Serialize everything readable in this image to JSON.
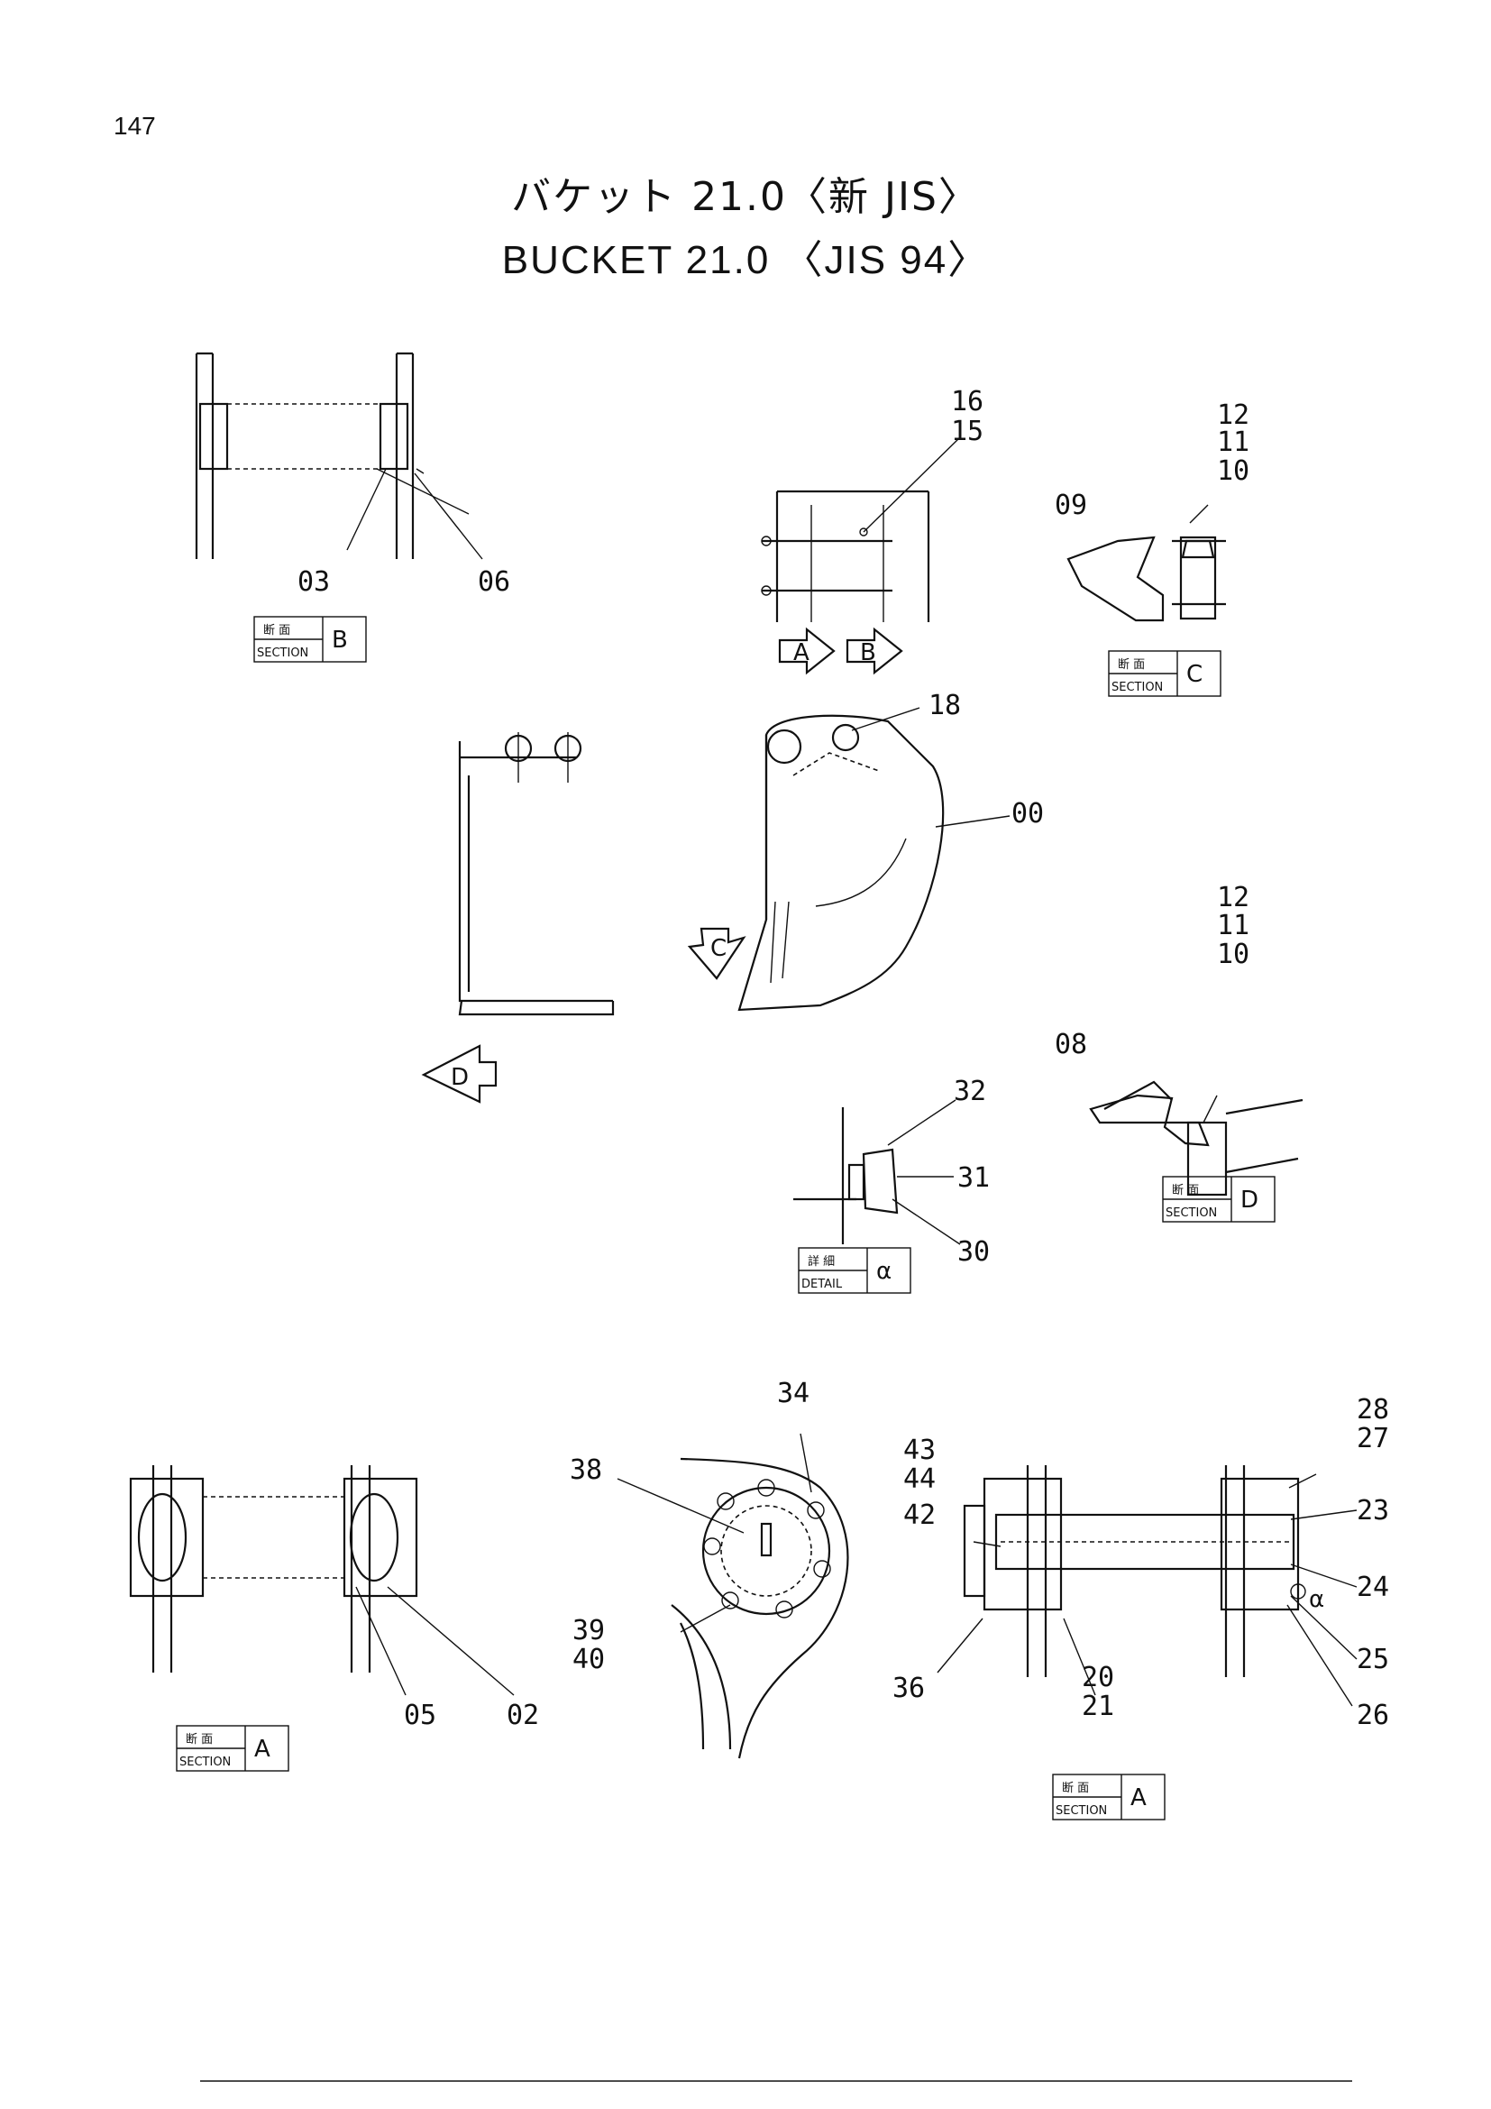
{
  "page_number": "147",
  "title_jp": "バケット 21.0〈新 JIS〉",
  "title_en": "BUCKET 21.0 〈JIS 94〉",
  "part_labels": {
    "p00": "00",
    "p02": "02",
    "p03": "03",
    "p05": "05",
    "p06": "06",
    "p08": "08",
    "p09": "09",
    "p10": "10",
    "p11": "11",
    "p12": "12",
    "p15": "15",
    "p16": "16",
    "p18": "18",
    "p20": "20",
    "p21": "21",
    "p23": "23",
    "p24": "24",
    "p25": "25",
    "p26": "26",
    "p27": "27",
    "p28": "28",
    "p30": "30",
    "p31": "31",
    "p32": "32",
    "p34": "34",
    "p36": "36",
    "p38": "38",
    "p39": "39",
    "p40": "40",
    "p42": "42",
    "p43": "43",
    "p44": "44"
  },
  "section_boxes": {
    "kanji_section": "断 面",
    "kanji_detail": "詳 細",
    "section_word": "SECTION",
    "detail_word": "DETAIL",
    "letters": {
      "a": "A",
      "b": "B",
      "c": "C",
      "d": "D",
      "alpha": "α"
    }
  },
  "view_arrows": {
    "a": "A",
    "b": "B",
    "c": "C",
    "d": "D",
    "alpha": "α"
  }
}
